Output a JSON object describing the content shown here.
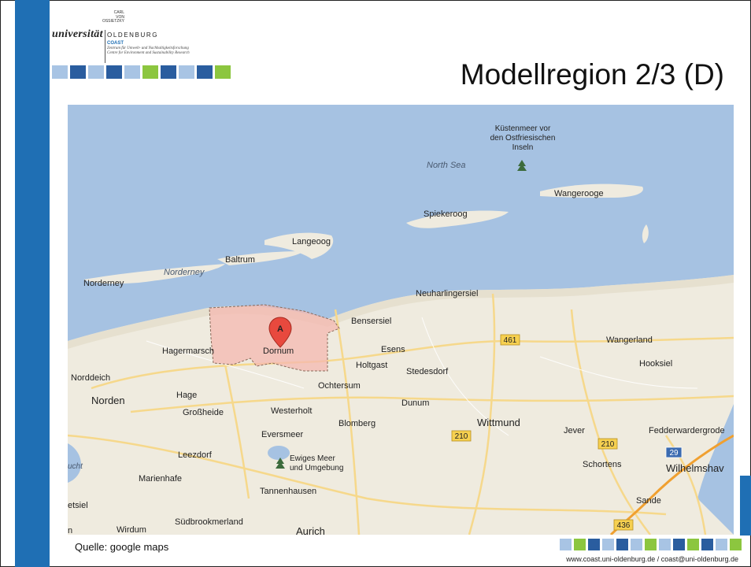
{
  "slide": {
    "title": "Modellregion 2/3 (D)",
    "source": "Quelle: google maps",
    "footer": "www.coast.uni-oldenburg.de / coast@uni-oldenburg.de"
  },
  "logo": {
    "carl_lines": [
      "CARL",
      "VON",
      "OSSIETZKY"
    ],
    "universitaet": "universität",
    "oldenburg": "OLDENBURG",
    "coast": "COAST",
    "zentrum_de": "Zentrum für Umwelt- und Nachhaltigkeitsforschung",
    "zentrum_en": "Centre for Environment and Sustainability Research"
  },
  "colors": {
    "brand_blue": "#1f6fb4",
    "square_light": "#a8c4e4",
    "square_dark": "#2a5d9f",
    "square_green": "#8cc63f",
    "sea": "#a6c2e2",
    "land": "#efebdf",
    "region_fill": "#f4b8b0",
    "marker": "#e8493e"
  },
  "squares_top": [
    "#a8c4e4",
    "#2a5d9f",
    "#a8c4e4",
    "#2a5d9f",
    "#a8c4e4",
    "#8cc63f",
    "#2a5d9f",
    "#a8c4e4",
    "#2a5d9f",
    "#8cc63f"
  ],
  "squares_bottom": [
    "#a8c4e4",
    "#8cc63f",
    "#2a5d9f",
    "#a8c4e4",
    "#2a5d9f",
    "#a8c4e4",
    "#8cc63f",
    "#a8c4e4",
    "#2a5d9f",
    "#8cc63f",
    "#2a5d9f",
    "#a8c4e4",
    "#8cc63f"
  ],
  "map": {
    "marker_letter": "A",
    "labels": {
      "kuestenmeer_1": "Küstenmeer vor",
      "kuestenmeer_2": "den Ostfriesischen",
      "kuestenmeer_3": "Inseln",
      "north_sea": "North Sea",
      "wangerooge": "Wangerooge",
      "spiekeroog": "Spiekeroog",
      "langeoog": "Langeoog",
      "baltrum": "Baltrum",
      "norderney_it": "Norderney",
      "norderney": "Norderney",
      "neuharlingersiel": "Neuharlingersiel",
      "bensersiel": "Bensersiel",
      "hagermarsch": "Hagermarsch",
      "dornum": "Dornum",
      "esens": "Esens",
      "holtgast": "Holtgast",
      "stedesdorf": "Stedesdorf",
      "wangerland": "Wangerland",
      "hooksiel": "Hooksiel",
      "norddeich": "Norddeich",
      "norden": "Norden",
      "hage": "Hage",
      "ochtersum": "Ochtersum",
      "grossheide": "Großheide",
      "westerholt": "Westerholt",
      "dunum": "Dunum",
      "blomberg": "Blomberg",
      "wittmund": "Wittmund",
      "jever": "Jever",
      "fedderwardergroden": "Fedderwardergrode",
      "eversmeer": "Eversmeer",
      "leezdorf": "Leezdorf",
      "ewiges_meer_1": "Ewiges Meer",
      "ewiges_meer_2": "und Umgebung",
      "bucht": "ucht",
      "marienhafe": "Marienhafe",
      "schortens": "Schortens",
      "wilhelmshaven": "Wilhelmshav",
      "tannenhausen": "Tannenhausen",
      "etsiel": "etsiel",
      "sande": "Sande",
      "n_edge": "n",
      "wirdum": "Wirdum",
      "suedbrookmerland": "Südbrookmerland",
      "aurich": "Aurich"
    },
    "road_shields": {
      "r461": "461",
      "r210a": "210",
      "r210b": "210",
      "r29": "29",
      "r436": "436"
    }
  }
}
